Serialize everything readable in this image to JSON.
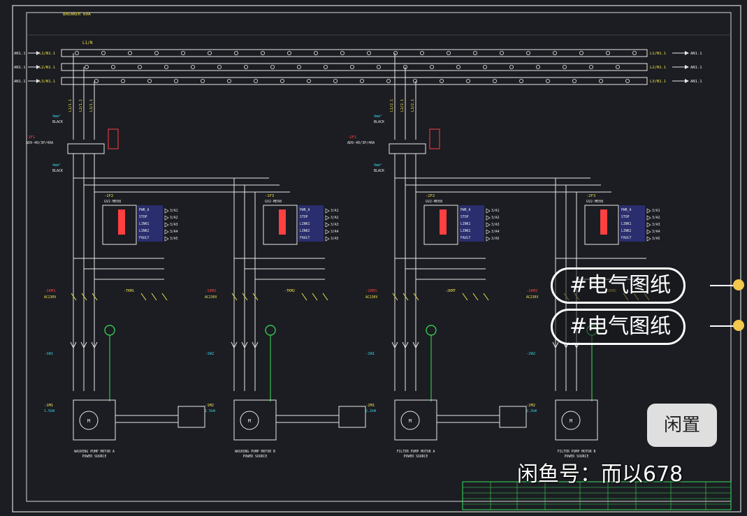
{
  "sheet": {
    "zone_label": "BREAKER 60A"
  },
  "busbar": {
    "top_label": "L1/N",
    "rails": [
      {
        "left_in": "AN1.1",
        "left_tag": "L1/N1.1",
        "right_tag": "L1/N1.1",
        "right_out": "AN1.1"
      },
      {
        "left_in": "AN1.1",
        "left_tag": "L2/N1.1",
        "right_tag": "L2/N1.1",
        "right_out": "AN1.1"
      },
      {
        "left_in": "AN1.1",
        "left_tag": "L3/N1.1",
        "right_tag": "L3/N1.1",
        "right_out": "AN1.1"
      }
    ]
  },
  "breaker_groups": [
    {
      "id": "-1F1",
      "rating_top": "4mm²",
      "color_top": "BLACK",
      "rating_bottom": "4mm²",
      "color_bottom": "BLACK",
      "model": "AD9-40/3P/40A"
    },
    {
      "id": "-2F1",
      "rating_top": "4mm²",
      "color_top": "BLACK",
      "rating_bottom": "4mm²",
      "color_bottom": "BLACK",
      "model": "AD9-40/3P/40A"
    }
  ],
  "overload_units": [
    {
      "id": "-1F2",
      "model": "GV2-ME08",
      "signals": [
        "PWR_A",
        "STOP",
        "LINK1",
        "LINK2",
        "FAULT"
      ],
      "outs": [
        "3/A1",
        "3/A2",
        "3/A3",
        "3/A4",
        "3/A5"
      ]
    },
    {
      "id": "-1F3",
      "model": "GV2-ME08",
      "signals": [
        "PWR_A",
        "STOP",
        "LINK1",
        "LINK2",
        "FAULT"
      ],
      "outs": [
        "3/A1",
        "3/A2",
        "3/A3",
        "3/A4",
        "3/A5"
      ]
    },
    {
      "id": "-2F2",
      "model": "GV2-ME08",
      "signals": [
        "PWR_A",
        "STOP",
        "LINK1",
        "LINK2",
        "FAULT"
      ],
      "outs": [
        "3/A1",
        "3/A2",
        "3/A3",
        "3/A4",
        "3/A5"
      ]
    },
    {
      "id": "-2F3",
      "model": "GV2-ME08",
      "signals": [
        "PWR_A",
        "STOP",
        "LINK1",
        "LINK2",
        "FAULT"
      ],
      "outs": [
        "3/A1",
        "3/A2",
        "3/A3",
        "3/A4",
        "3/A5"
      ]
    }
  ],
  "contactors": [
    "-1KM1",
    "-1KM2",
    "-2KM1",
    "-2KM2"
  ],
  "motors": [
    {
      "id": "-1M1",
      "title": "WASHING PUMP MOTOR A",
      "sub": "POWER SOURCE",
      "note": "1.5kW"
    },
    {
      "id": "-1M2",
      "title": "WASHING PUMP MOTOR B",
      "sub": "POWER SOURCE",
      "note": "1.5kW"
    },
    {
      "id": "-2M1",
      "title": "FILTER PUMP MOTOR A",
      "sub": "POWER SOURCE",
      "note": "2.2kW"
    },
    {
      "id": "-2M2",
      "title": "FILTER PUMP MOTOR B",
      "sub": "POWER SOURCE",
      "note": "2.2kW"
    }
  ],
  "overlay": {
    "tags": [
      "#电气图纸",
      "#电气图纸"
    ],
    "corner_button": "闲置",
    "caption": "闲鱼号：而以678"
  },
  "colors": {
    "background": "#1b1d22",
    "wire": "#e8e8e8",
    "label_yellow": "#f0e04a",
    "label_cyan": "#35d0e0",
    "label_red": "#ff4040",
    "label_green": "#3be05a",
    "block_navy": "#2a2e6e",
    "accent_yellow": "#f2c94c"
  }
}
